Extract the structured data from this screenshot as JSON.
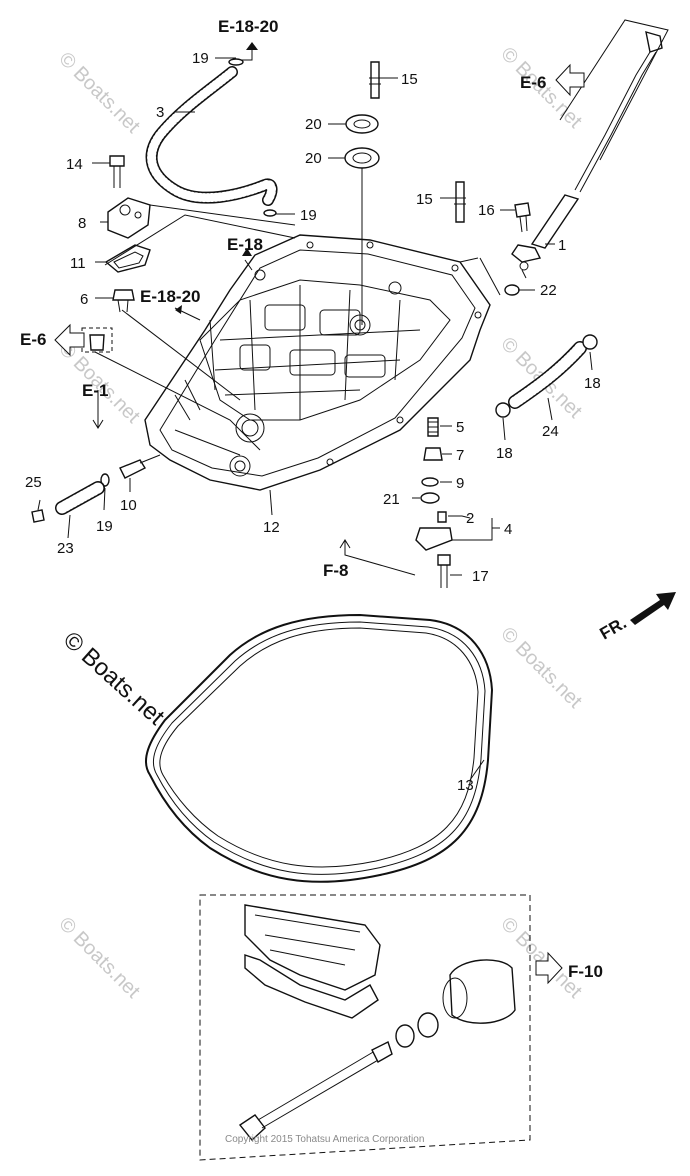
{
  "watermarks": [
    "© Boats.net",
    "© Boats.net",
    "© Boats.net",
    "© Boats.net",
    "© Boats.net",
    "© Boats.net",
    "© Boats.net"
  ],
  "copyright": "Copyright 2015 Tohatsu America Corporation",
  "front_label": "FR.",
  "refs": [
    "E-18-20",
    "E-6",
    "E-18",
    "E-18-20",
    "E-6",
    "E-1",
    "F-8",
    "F-10"
  ],
  "callouts": [
    "19",
    "3",
    "15",
    "20",
    "20",
    "14",
    "15",
    "16",
    "8",
    "19",
    "1",
    "11",
    "22",
    "6",
    "18",
    "24",
    "18",
    "5",
    "7",
    "9",
    "25",
    "19",
    "10",
    "21",
    "2",
    "4",
    "23",
    "12",
    "17",
    "13"
  ]
}
